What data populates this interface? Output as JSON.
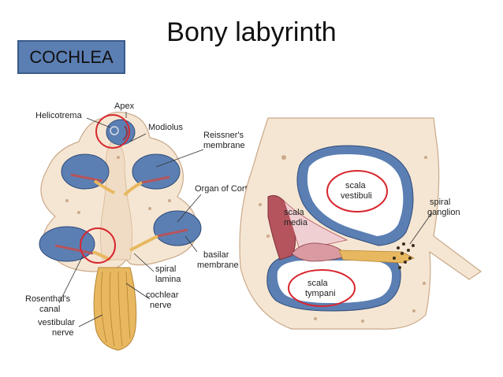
{
  "slide": {
    "title": "Bony labyrinth",
    "tag": "COCHLEA"
  },
  "left_diagram": {
    "labels": {
      "apex": "Apex",
      "helicotrema": "Helicotrema",
      "modiolus": "Modiolus",
      "reissners_1": "Reissner's",
      "reissners_2": "membrane",
      "organ_of_corti": "Organ of Corti",
      "basilar_1": "basilar",
      "basilar_2": "membrane",
      "spiral_1": "spiral",
      "spiral_2": "lamina",
      "rosenthals_1": "Rosenthal's",
      "rosenthals_2": "canal",
      "cochlear_1": "cochlear",
      "cochlear_2": "nerve",
      "vestibular_1": "vestibular",
      "vestibular_2": "nerve"
    }
  },
  "right_diagram": {
    "labels": {
      "scala_vestibuli_1": "scala",
      "scala_vestibuli_2": "vestibuli",
      "scala_media_1": "scala",
      "scala_media_2": "media",
      "scala_tympani_1": "scala",
      "scala_tympani_2": "tympani",
      "spiral_ganglion_1": "spiral",
      "spiral_ganglion_2": "ganglion"
    }
  },
  "colors": {
    "scala_blue": "#5b7fb3",
    "bone": "#f5e6d3",
    "nerve": "#e8b860",
    "membrane": "#b5545c",
    "highlight": "#d8262e"
  }
}
